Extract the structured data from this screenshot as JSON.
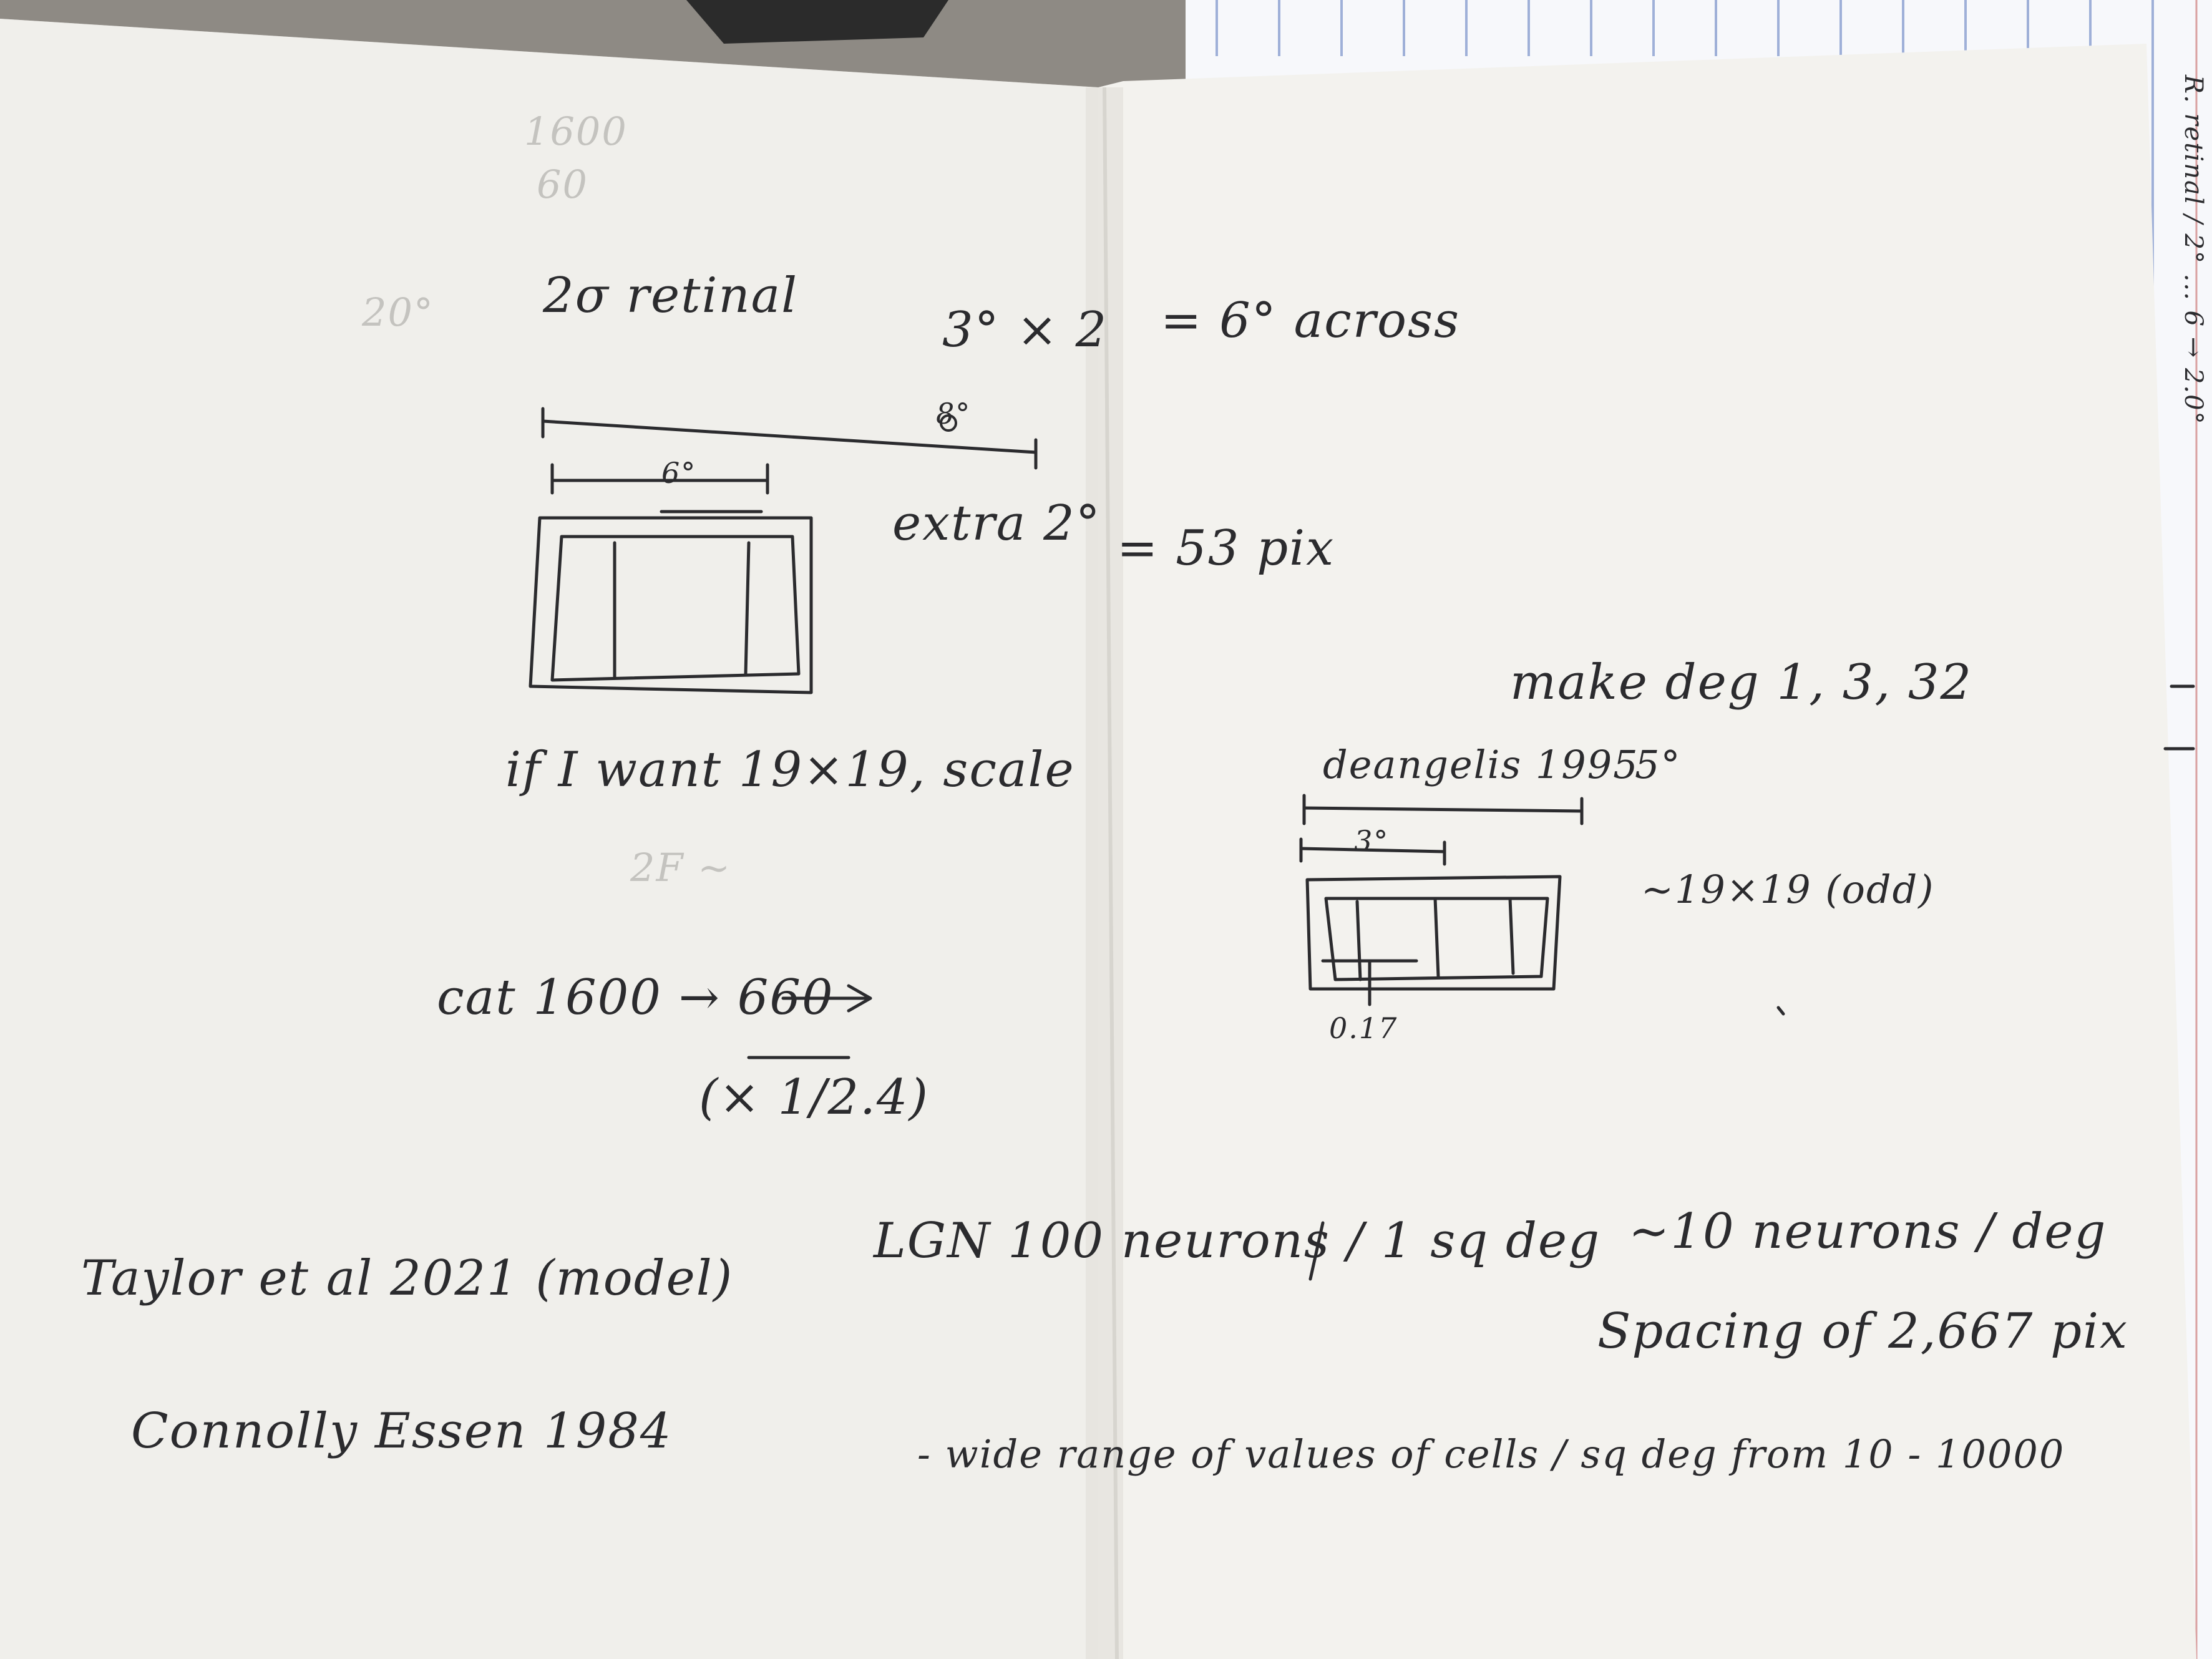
{
  "notes": {
    "line_20_retinal": "2σ retinal",
    "line_3x2": "3° × 2",
    "line_6_across": "= 6° across",
    "label_8deg": "8°",
    "label_6deg": "6°",
    "line_extra": "extra 2°",
    "line_53pix": "= 53 pix",
    "line_make_deg": "make deg 1, 3, 32",
    "line_if_i_want": "if I want 19×19, scale",
    "line_deangelis": "deangelis 1995",
    "label_5deg": "5°",
    "label_3deg": "3°",
    "line_19x19_odd": "~19×19 (odd)",
    "label_0_17": "0.17",
    "line_cat": "cat 1600 → 660",
    "line_scale_factor": "(× 1/2.4)",
    "line_taylor": "Taylor et al 2021 (model)",
    "line_lgn": "LGN 100 neurons / 1 sq deg",
    "line_10_neurons": "~10 neurons / deg",
    "line_spacing": "Spacing of 2,667 pix",
    "line_connolly": "Connolly Essen 1984",
    "line_wide_range": "- wide range of values of cells / sq deg from 10 - 10000",
    "faint_1600": "1600",
    "faint_60": "60",
    "faint_20": "20°",
    "faint_2f": "2F ~",
    "margin_text": "R. retinal / 2° ... 6 → 2.0°"
  },
  "colors": {
    "paper": "#f3f2ee",
    "ink": "#2b2b2e",
    "faint_ink": "#c4c3bf",
    "background": "#8e8a84"
  }
}
